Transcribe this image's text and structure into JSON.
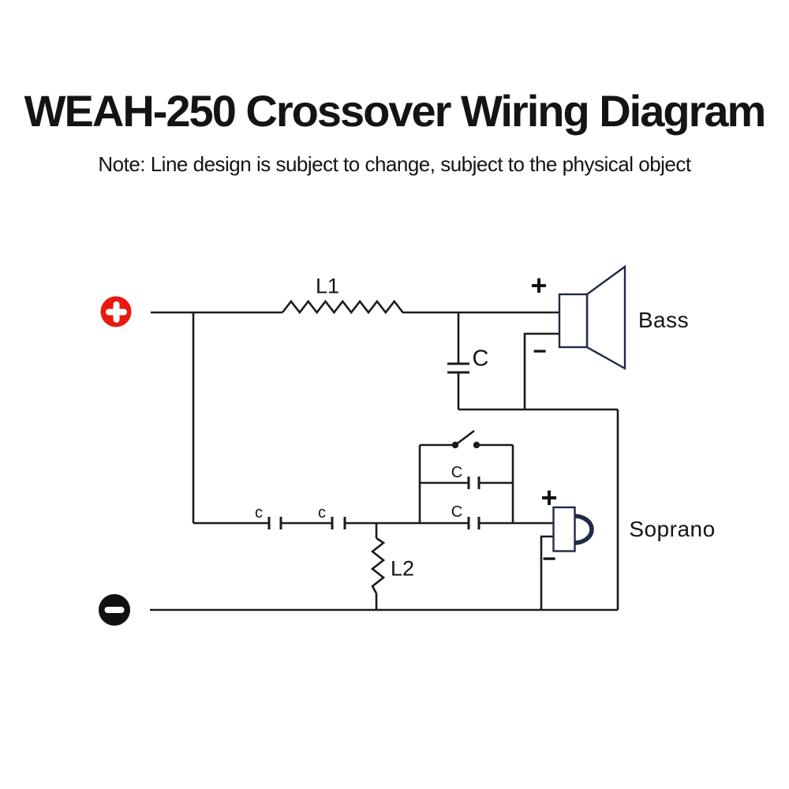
{
  "header": {
    "title": "WEAH-250 Crossover Wiring Diagram",
    "subtitle": "Note: Line design is subject to change, subject to the physical object"
  },
  "diagram": {
    "colors": {
      "wire": "#1b1b1b",
      "speaker_outline": "#1f2b45",
      "terminal_positive": "#e8190f",
      "terminal_negative": "#111111",
      "text": "#141414"
    },
    "terminals": {
      "positive_icon": "plus-circle-icon",
      "negative_icon": "minus-circle-icon"
    },
    "labels": {
      "l1": "L1",
      "l2": "L2",
      "cap_shunt": "C",
      "cap_series_1": "c",
      "cap_series_2": "c",
      "cap_box_middle": "C",
      "cap_box_bottom": "C",
      "bass_name": "Bass",
      "bass_plus": "+",
      "bass_minus": "−",
      "soprano_name": "Soprano",
      "soprano_plus": "+",
      "soprano_minus": "−"
    }
  }
}
